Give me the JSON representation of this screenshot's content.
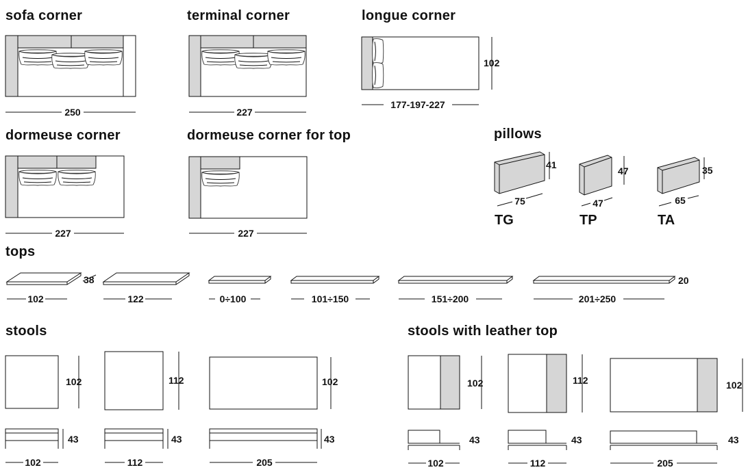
{
  "sections": {
    "sofa_corner": "sofa corner",
    "terminal_corner": "terminal corner",
    "longue_corner": "longue corner",
    "dormeuse_corner": "dormeuse corner",
    "dormeuse_corner_top": "dormeuse corner for top",
    "pillows": "pillows",
    "tops": "tops",
    "stools": "stools",
    "stools_leather": "stools with leather top"
  },
  "dims": {
    "sofa_corner_w": "250",
    "terminal_corner_w": "227",
    "longue_corner_w": "177-197-227",
    "longue_corner_d": "102",
    "dormeuse_corner_w": "227",
    "dormeuse_corner_top_w": "227"
  },
  "pillows": [
    {
      "code": "TG",
      "w": "75",
      "h": "41"
    },
    {
      "code": "TP",
      "w": "47",
      "h": "47"
    },
    {
      "code": "TA",
      "w": "65",
      "h": "35"
    }
  ],
  "tops": {
    "thickness_a": "38",
    "thickness_b": "20",
    "widths": [
      "102",
      "122",
      "0÷100",
      "101÷150",
      "151÷200",
      "201÷250"
    ]
  },
  "stools": [
    {
      "w": "102",
      "d": "102",
      "h": "43"
    },
    {
      "w": "112",
      "d": "112",
      "h": "43"
    },
    {
      "w": "205",
      "d": "102",
      "h": "43"
    }
  ],
  "stools_leather": [
    {
      "w": "102",
      "d": "102",
      "h": "43"
    },
    {
      "w": "112",
      "d": "112",
      "h": "43"
    },
    {
      "w": "205",
      "d": "102",
      "h": "43"
    }
  ]
}
